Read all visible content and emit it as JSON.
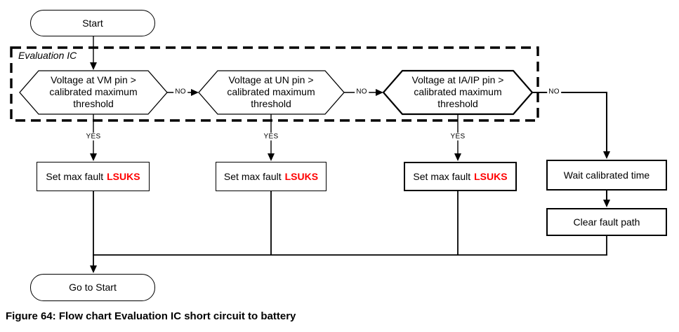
{
  "figure": {
    "caption": "Figure 64: Flow chart Evaluation IC short circuit to battery"
  },
  "flow": {
    "start_label": "Start",
    "group_label": "Evaluation IC",
    "decisions": [
      {
        "label": "Voltage at VM pin >\ncalibrated maximum\nthreshold"
      },
      {
        "label": "Voltage at UN pin >\ncalibrated maximum\nthreshold"
      },
      {
        "label": "Voltage at IA/IP pin >\ncalibrated maximum\nthreshold"
      }
    ],
    "edge_labels": {
      "yes": "YES",
      "no": "NO"
    },
    "actions": [
      {
        "prefix": "Set max fault",
        "code": "LSUKS"
      },
      {
        "prefix": "Set max fault",
        "code": "LSUKS"
      },
      {
        "prefix": "Set max fault",
        "code": "LSUKS"
      }
    ],
    "wait_label": "Wait calibrated time",
    "clear_label": "Clear fault path",
    "goto_label": "Go to Start",
    "colors": {
      "line": "#000000",
      "fault_code": "#ff0000",
      "background": "#ffffff"
    }
  }
}
